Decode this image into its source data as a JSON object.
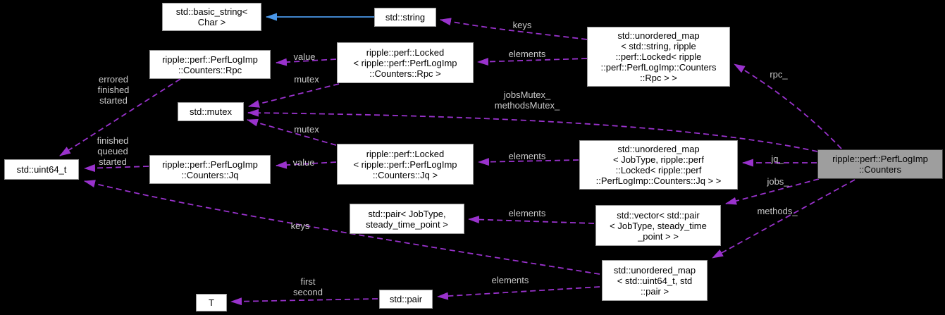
{
  "colors": {
    "background": "#000000",
    "edge": "#9932cc",
    "inheritance_edge": "#4a97e8",
    "node_background": "#ffffff",
    "node_border": "#9a9a9a",
    "node_text": "#000000",
    "selected_node_background": "#9e9e9e",
    "edge_label_text": "#c9c9c9"
  },
  "nodes": {
    "basic_string": {
      "lines": [
        "std::basic_string<",
        "Char >"
      ]
    },
    "string": {
      "lines": [
        "std::string"
      ]
    },
    "umap_rpc": {
      "lines": [
        "std::unordered_map",
        "< std::string, ripple",
        "::perf::Locked< ripple",
        "::perf::PerfLogImp::Counters",
        "::Rpc > >"
      ]
    },
    "rpc": {
      "lines": [
        "ripple::perf::PerfLogImp",
        "::Counters::Rpc"
      ]
    },
    "locked_rpc": {
      "lines": [
        "ripple::perf::Locked",
        "< ripple::perf::PerfLogImp",
        "::Counters::Rpc >"
      ]
    },
    "mutex": {
      "lines": [
        "std::mutex"
      ]
    },
    "uint64": {
      "lines": [
        "std::uint64_t"
      ]
    },
    "jq": {
      "lines": [
        "ripple::perf::PerfLogImp",
        "::Counters::Jq"
      ]
    },
    "locked_jq": {
      "lines": [
        "ripple::perf::Locked",
        "< ripple::perf::PerfLogImp",
        "::Counters::Jq >"
      ]
    },
    "umap_jq": {
      "lines": [
        "std::unordered_map",
        "< JobType, ripple::perf",
        "::Locked< ripple::perf",
        "::PerfLogImp::Counters::Jq > >"
      ]
    },
    "counters": {
      "lines": [
        "ripple::perf::PerfLogImp",
        "::Counters"
      ]
    },
    "pair_jobtype": {
      "lines": [
        "std::pair< JobType,",
        "steady_time_point >"
      ]
    },
    "vector": {
      "lines": [
        "std::vector< std::pair",
        "< JobType, steady_time",
        "_point > >"
      ]
    },
    "umap_u64": {
      "lines": [
        "std::unordered_map",
        "< std::uint64_t, std",
        "::pair >"
      ]
    },
    "pair": {
      "lines": [
        "std::pair"
      ]
    },
    "t": {
      "lines": [
        "T"
      ]
    }
  },
  "edge_labels": {
    "keys_top": {
      "lines": [
        "keys"
      ]
    },
    "elements_rpc": {
      "lines": [
        "elements"
      ]
    },
    "value_rpc": {
      "lines": [
        "value"
      ]
    },
    "mutex_rpc": {
      "lines": [
        "mutex"
      ]
    },
    "jobs_methods_mutex": {
      "lines": [
        "jobsMutex_",
        "methodsMutex_"
      ]
    },
    "errored_finished_started": {
      "lines": [
        "errored",
        "finished",
        "started"
      ]
    },
    "finished_queued_started": {
      "lines": [
        "finished",
        "queued",
        "started"
      ]
    },
    "mutex_jq": {
      "lines": [
        "mutex"
      ]
    },
    "value_jq": {
      "lines": [
        "value"
      ]
    },
    "elements_jq": {
      "lines": [
        "elements"
      ]
    },
    "jq": {
      "lines": [
        "jq_"
      ]
    },
    "rpc": {
      "lines": [
        "rpc_"
      ]
    },
    "jobs": {
      "lines": [
        "jobs_"
      ]
    },
    "methods": {
      "lines": [
        "methods_"
      ]
    },
    "keys_bottom": {
      "lines": [
        "keys"
      ]
    },
    "elements_vec": {
      "lines": [
        "elements"
      ]
    },
    "elements_bottom": {
      "lines": [
        "elements"
      ]
    },
    "first_second": {
      "lines": [
        "first",
        "second"
      ]
    }
  }
}
